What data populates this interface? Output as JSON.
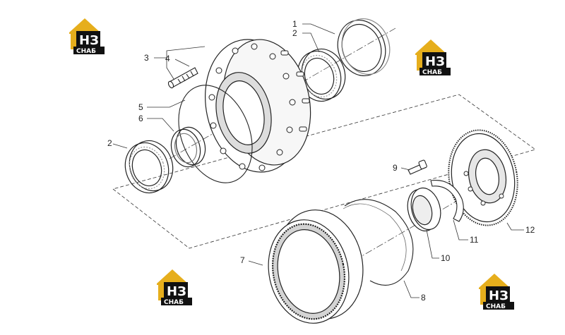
{
  "diagram": {
    "callouts": {
      "c1": "1",
      "c2a": "2",
      "c2b": "2",
      "c3": "3",
      "c4": "4",
      "c5": "5",
      "c6": "6",
      "c7": "7",
      "c8": "8",
      "c9": "9",
      "c10": "10",
      "c11": "11",
      "c12": "12"
    },
    "watermark": {
      "mark": "НЗ",
      "sub": "СНАБ"
    },
    "colors": {
      "line": "#2a2a2a",
      "logo_gold": "#e6ae1c",
      "logo_black": "#111111",
      "hatch": "#bcbcbc"
    }
  }
}
